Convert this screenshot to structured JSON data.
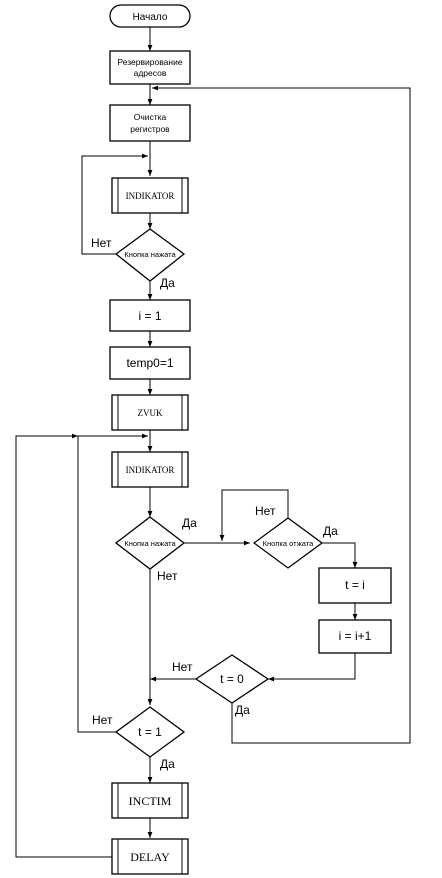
{
  "diagram": {
    "nodes": {
      "start": "Начало",
      "reserve_line1": "Резервирование",
      "reserve_line2": "адресов",
      "clear_line1": "Очистка",
      "clear_line2": "регистров",
      "indicator1": "INDIKATOR",
      "decision1": "Кнопка нажата",
      "i_eq_1": "i = 1",
      "temp0": "temp0=1",
      "zvuk": "ZVUK",
      "indicator2": "INDIKATOR",
      "decision2": "Кнопка нажата",
      "decision3": "Кнопка отжата",
      "t_eq_i": "t = i",
      "i_inc": "i = i+1",
      "decision_t0": "t = 0",
      "decision_t1": "t = 1",
      "inctim": "INCTIM",
      "delay": "DELAY"
    },
    "labels": {
      "d1_no": "Нет",
      "d1_yes": "Да",
      "d2_yes": "Да",
      "d2_no": "Нет",
      "d3_no": "Нет",
      "d3_yes": "Да",
      "t0_no": "Нет",
      "t0_yes": "Да",
      "t1_no": "Нет",
      "t1_yes": "Да"
    },
    "colors": {
      "stroke": "#000000",
      "fill": "#ffffff"
    }
  }
}
